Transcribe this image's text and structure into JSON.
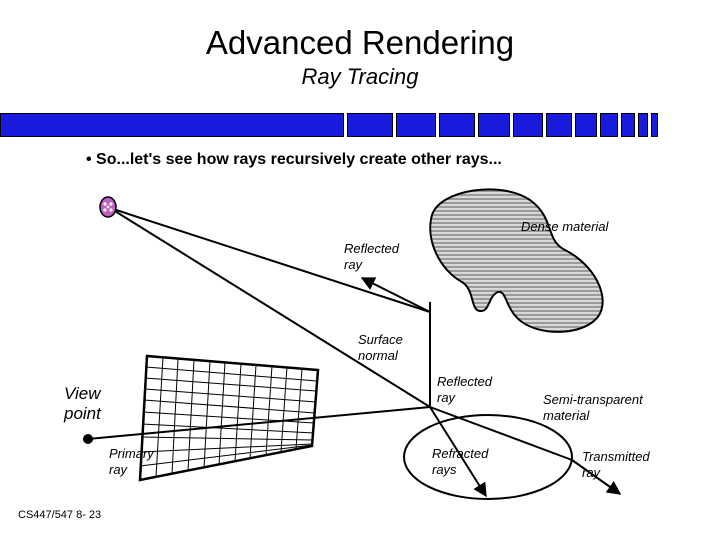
{
  "slide": {
    "title": "Advanced Rendering",
    "subtitle": "Ray Tracing",
    "bullet": "• So...let's see how rays recursively create other rays...",
    "footer": "CS447/547 8- 23"
  },
  "diagram": {
    "labels": {
      "dense_material": "Dense material",
      "reflected_ray_1": "Reflected\nray",
      "surface_normal": "Surface\nnormal",
      "view_point": "View\npoint",
      "primary_ray": "Primary\nray",
      "reflected_ray_2": "Reflected\nray",
      "refracted_rays": "Refracted\nrays",
      "semi_transparent_material": "Semi-transparent\nmaterial",
      "transmitted_ray": "Transmitted\nray"
    },
    "colors": {
      "header_bar": "#1a1adc",
      "light_source": "#c060c0",
      "dense_material_fill": "#b0b0b0"
    },
    "icons": [
      "light-source-icon"
    ]
  }
}
